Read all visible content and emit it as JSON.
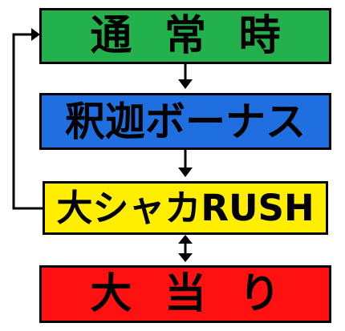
{
  "states": [
    {
      "id": "normal",
      "label_chars": [
        "通",
        "常",
        "時"
      ],
      "fill": "#22b14c"
    },
    {
      "id": "shaka_bonus",
      "label": "釈迦ボーナス",
      "fill": "#1f6fe0"
    },
    {
      "id": "shaka_rush",
      "label": "大シャカRUSH",
      "fill": "#ffee00"
    },
    {
      "id": "big_win",
      "label_chars": [
        "大",
        "当",
        "り"
      ],
      "fill": "#ff1111"
    }
  ],
  "flow": [
    {
      "from": "normal",
      "to": "shaka_bonus",
      "style": "arrow-down"
    },
    {
      "from": "shaka_bonus",
      "to": "shaka_rush",
      "style": "arrow-down"
    },
    {
      "from": "shaka_rush",
      "to": "big_win",
      "style": "double-arrow"
    },
    {
      "from": "shaka_rush",
      "to": "normal",
      "style": "loop-left"
    }
  ],
  "colors": {
    "line": "#000000",
    "text": "#000000",
    "background": "#ffffff"
  }
}
